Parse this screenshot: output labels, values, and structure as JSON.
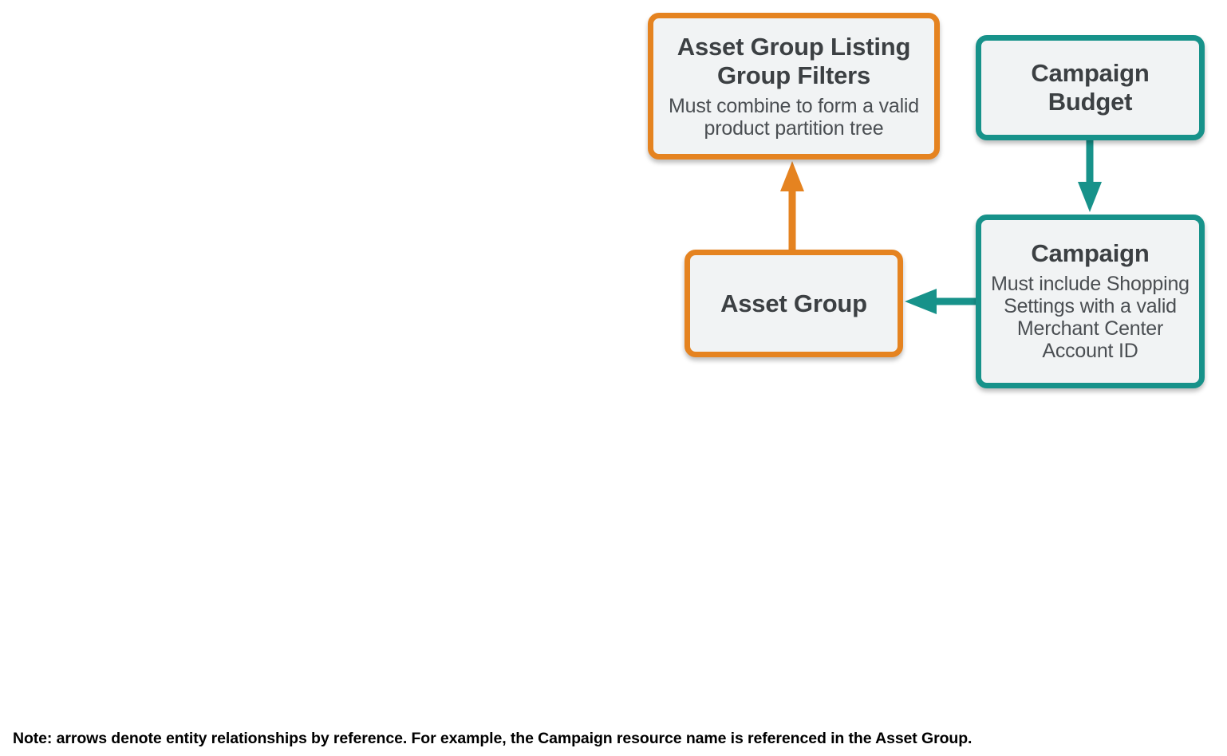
{
  "diagram": {
    "type": "entity-relationship",
    "background_color": "#ffffff",
    "node_fill_color": "#f1f3f4",
    "orange_color": "#e58320",
    "teal_color": "#17928a",
    "title_text_color": "#3c4043",
    "nodes": [
      {
        "id": "asset-group-listing-group-filters",
        "title": "Asset Group Listing Group Filters",
        "subtitle": "Must combine to form a valid product partition tree",
        "color": "orange"
      },
      {
        "id": "campaign-budget",
        "title": "Campaign Budget",
        "subtitle": "",
        "color": "teal"
      },
      {
        "id": "asset-group",
        "title": "Asset Group",
        "subtitle": "",
        "color": "orange"
      },
      {
        "id": "campaign",
        "title": "Campaign",
        "subtitle": "Must include Shopping Settings with a valid Merchant Center Account ID",
        "color": "teal"
      }
    ],
    "edges": [
      {
        "id": "asset-group-to-listing-group-filters",
        "from": "asset-group",
        "to": "asset-group-listing-group-filters",
        "direction": "up",
        "color": "orange"
      },
      {
        "id": "campaign-budget-to-campaign",
        "from": "campaign-budget",
        "to": "campaign",
        "direction": "down",
        "color": "teal"
      },
      {
        "id": "campaign-to-asset-group",
        "from": "campaign",
        "to": "asset-group",
        "direction": "left",
        "color": "teal"
      }
    ]
  },
  "footer": {
    "note": "Note: arrows denote entity relationships by reference. For example, the Campaign resource name is referenced in the Asset Group."
  }
}
